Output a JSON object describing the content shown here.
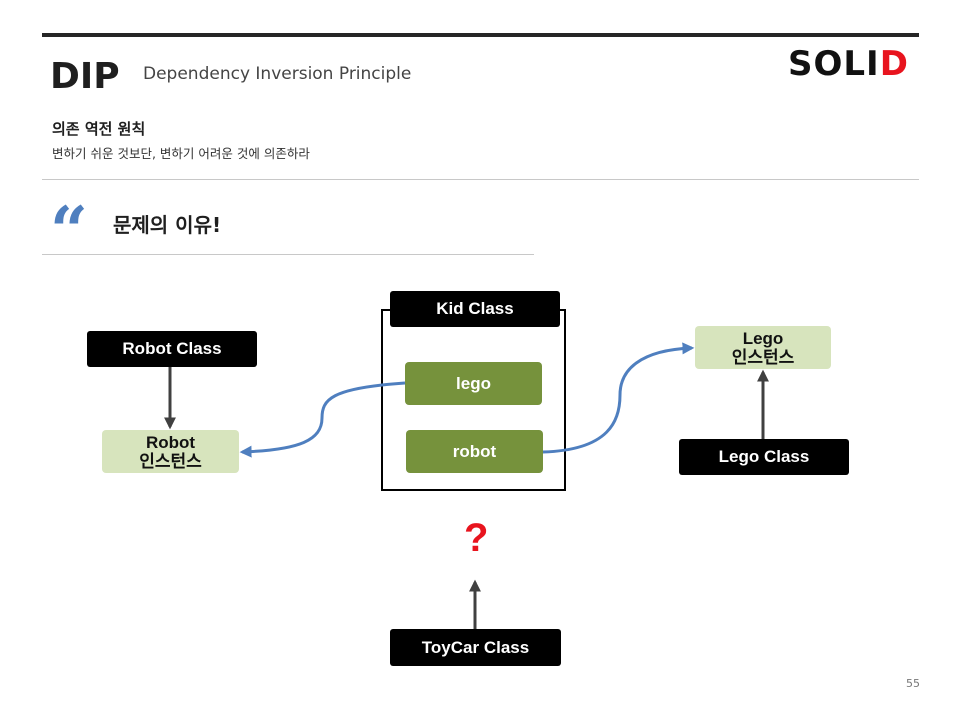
{
  "header": {
    "acronym": "DIP",
    "full_name": "Dependency Inversion Principle",
    "logo_prefix": "SOLI",
    "logo_accent": "D",
    "accent_color": "#e8141e"
  },
  "principle": {
    "korean_title": "의존 역전 원칙",
    "description": "변하기 쉬운 것보단, 변하기 어려운 것에 의존하라"
  },
  "section": {
    "quote_icon": "quote-icon",
    "title": "문제의 이유!"
  },
  "diagram": {
    "kid_class": "Kid Class",
    "lego_field": "lego",
    "robot_field": "robot",
    "robot_class": "Robot Class",
    "robot_instance_line1": "Robot",
    "robot_instance_line2": "인스턴스",
    "lego_instance_line1": "Lego",
    "lego_instance_line2": "인스턴스",
    "lego_class": "Lego Class",
    "toycar_class": "ToyCar Class",
    "question_mark": "?",
    "colors": {
      "class_box": "#000000",
      "field_box": "#76923c",
      "instance_box": "#d7e4bd",
      "reference_arrow": "#4f7fbf",
      "instantiation_arrow": "#404040"
    }
  },
  "page_number": "55"
}
